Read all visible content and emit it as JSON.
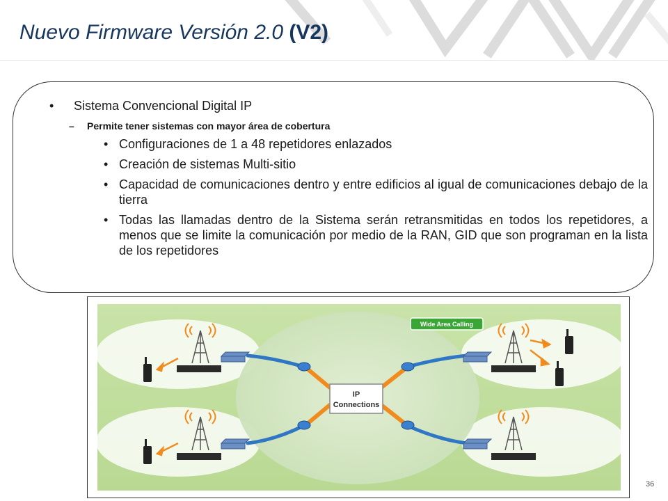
{
  "slide": {
    "title_main": "Nuevo Firmware Versión 2.0",
    "title_suffix": "(V2)",
    "page_number": "36"
  },
  "content": {
    "bullet_l1": "Sistema Convencional Digital IP",
    "bullet_l2": "Permite tener sistemas con mayor área de cobertura",
    "bullets_l3": [
      "Configuraciones de 1 a 48 repetidores enlazados",
      "Creación de sistemas Multi-sitio",
      "Capacidad de comunicaciones dentro y entre edificios al igual de comunicaciones debajo de la tierra",
      "Todas las llamadas dentro de la Sistema serán retransmitidas en todos los repetidores, a menos que se limite la comunicación por medio de la RAN, GID que son programan en la lista de los repetidores"
    ]
  },
  "diagram": {
    "badge_label": "Wide Area Calling",
    "center_label_line1": "IP",
    "center_label_line2": "Connections"
  }
}
